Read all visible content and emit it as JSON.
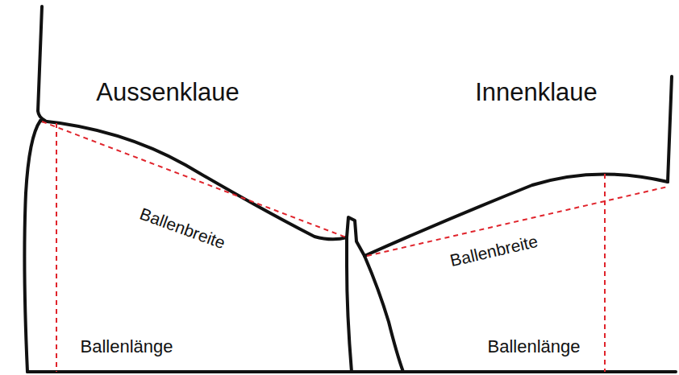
{
  "diagram": {
    "labels": [
      "Aussenklaue",
      "Innenklaue",
      "Ballenbreite",
      "Ballenbreite",
      "Ballenlänge",
      "Ballenlänge"
    ]
  }
}
